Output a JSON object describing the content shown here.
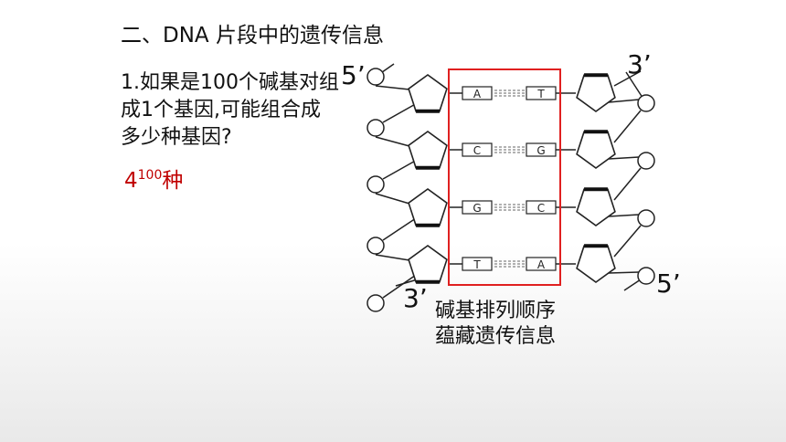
{
  "title": "二、DNA 片段中的遗传信息",
  "question": "1.如果是100个碱基对组成1个基因,可能组合成多少种基因?",
  "answer": {
    "base": "4",
    "exponent": "100",
    "unit": "种"
  },
  "diagram": {
    "left_top_end": "5’",
    "right_top_end": "3’",
    "left_bottom_end": "3’",
    "right_bottom_end": "5’",
    "base_pairs": [
      {
        "left": "A",
        "right": "T"
      },
      {
        "left": "C",
        "right": "G"
      },
      {
        "left": "G",
        "right": "C"
      },
      {
        "left": "T",
        "right": "A"
      }
    ],
    "highlight_color": "#e02020",
    "caption_line1": "碱基排列顺序",
    "caption_line2": "蕴藏遗传信息"
  }
}
